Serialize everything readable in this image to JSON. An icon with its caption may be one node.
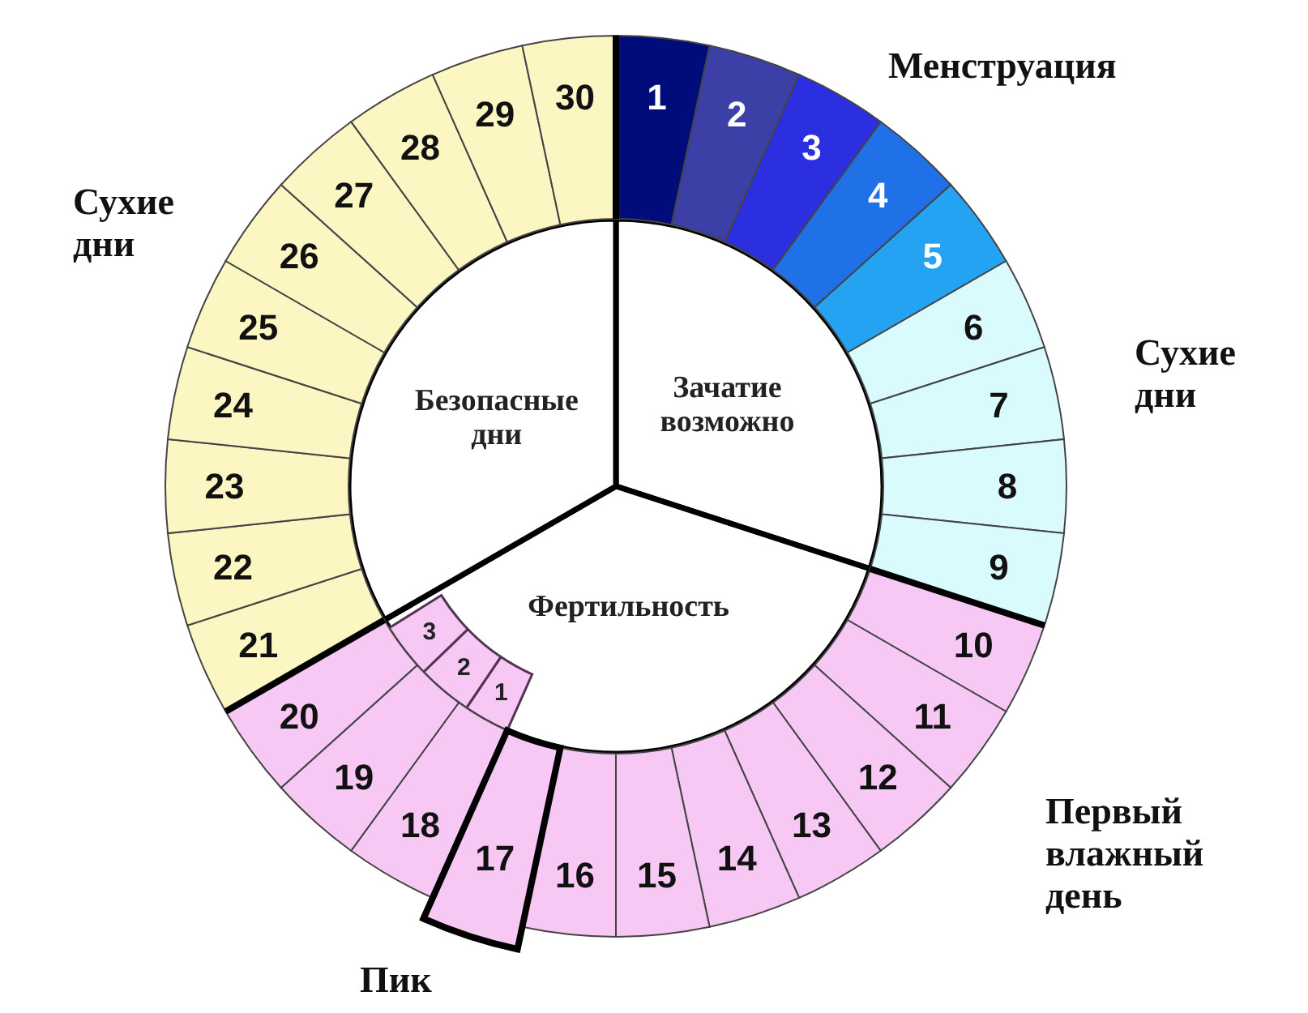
{
  "diagram": {
    "nodes": [
      {
        "text": [
          "1"
        ]
      },
      {
        "text": [
          "2"
        ]
      },
      {
        "text": [
          "3"
        ]
      },
      {
        "text": [
          "4"
        ]
      },
      {
        "text": [
          "5"
        ]
      },
      {
        "text": [
          "6"
        ]
      },
      {
        "text": [
          "7"
        ]
      },
      {
        "text": [
          "8"
        ]
      },
      {
        "text": [
          "9"
        ]
      },
      {
        "text": [
          "10"
        ]
      },
      {
        "text": [
          "11"
        ]
      },
      {
        "text": [
          "12"
        ]
      },
      {
        "text": [
          "13"
        ]
      },
      {
        "text": [
          "14"
        ]
      },
      {
        "text": [
          "15"
        ]
      },
      {
        "text": [
          "16"
        ]
      },
      {
        "text": [
          "17"
        ]
      },
      {
        "text": [
          "18"
        ]
      },
      {
        "text": [
          "19"
        ]
      },
      {
        "text": [
          "20"
        ]
      },
      {
        "text": [
          "21"
        ]
      },
      {
        "text": [
          "22"
        ]
      },
      {
        "text": [
          "23"
        ]
      },
      {
        "text": [
          "24"
        ]
      },
      {
        "text": [
          "25"
        ]
      },
      {
        "text": [
          "26"
        ]
      },
      {
        "text": [
          "27"
        ]
      },
      {
        "text": [
          "28"
        ]
      },
      {
        "text": [
          "29"
        ]
      },
      {
        "text": [
          "30"
        ]
      },
      {
        "text": [
          "Зачатие возможно"
        ]
      },
      {
        "text": [
          "Фертильность"
        ]
      },
      {
        "text": [
          "Безопасные дни"
        ]
      },
      {
        "text": [
          "1"
        ],
        "in": 31
      },
      {
        "text": [
          "2"
        ],
        "in": 31
      },
      {
        "text": [
          "3"
        ],
        "in": 31
      }
    ],
    "labels": [
      "Менструация",
      "Сухие дни",
      "Сухие дни",
      "Первый влажный день",
      "Пик"
    ]
  }
}
